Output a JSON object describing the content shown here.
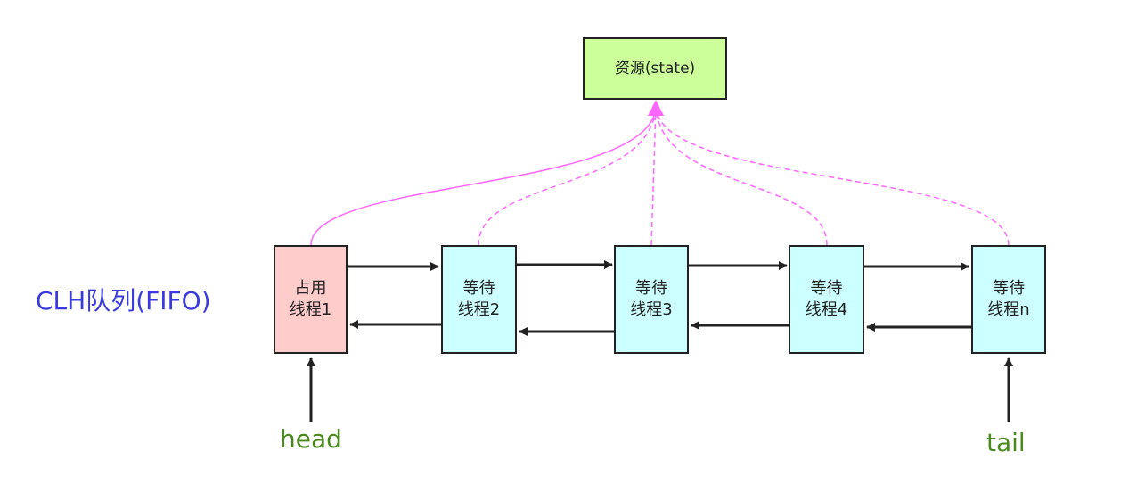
{
  "colors": {
    "line": "#222222",
    "resource_fill": "#ccff99",
    "occupied_fill": "#ffcccc",
    "waiting_fill": "#ccffff",
    "pink": "#ff66ff",
    "queue_label": "#3a3ae0",
    "pointer_label": "#4a8a1c"
  },
  "resource": {
    "label": "资源(state)"
  },
  "queue_label": "CLH队列(FIFO)",
  "nodes": [
    {
      "line1": "占用",
      "line2": "线程1",
      "state": "occupied"
    },
    {
      "line1": "等待",
      "line2": "线程2",
      "state": "waiting"
    },
    {
      "line1": "等待",
      "line2": "线程3",
      "state": "waiting"
    },
    {
      "line1": "等待",
      "line2": "线程4",
      "state": "waiting"
    },
    {
      "line1": "等待",
      "line2": "线程n",
      "state": "waiting"
    }
  ],
  "head_label": "head",
  "tail_label": "tail"
}
